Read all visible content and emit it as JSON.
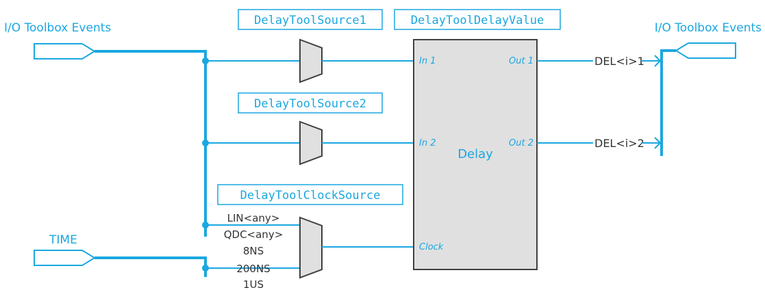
{
  "colors": {
    "wire": "#1aa7e0",
    "block_fill": "#e0e0e0",
    "block_stroke": "#404040",
    "text": "#333333"
  },
  "io_left": {
    "label": "I/O Toolbox Events"
  },
  "io_right": {
    "label": "I/O Toolbox Events"
  },
  "time_input": {
    "label": "TIME"
  },
  "sources": {
    "source1": "DelayToolSource1",
    "source2": "DelayToolSource2",
    "clock": "DelayToolClockSource",
    "delay_value": "DelayToolDelayValue"
  },
  "clock_mux_options": [
    "LIN<any>",
    "QDC<any>",
    "8NS",
    "200NS",
    "1US"
  ],
  "delay_block": {
    "title": "Delay",
    "in1": "In 1",
    "in2": "In 2",
    "clock": "Clock",
    "out1": "Out 1",
    "out2": "Out 2"
  },
  "outputs": {
    "out1_signal": "DEL<i>1",
    "out2_signal": "DEL<i>2"
  }
}
